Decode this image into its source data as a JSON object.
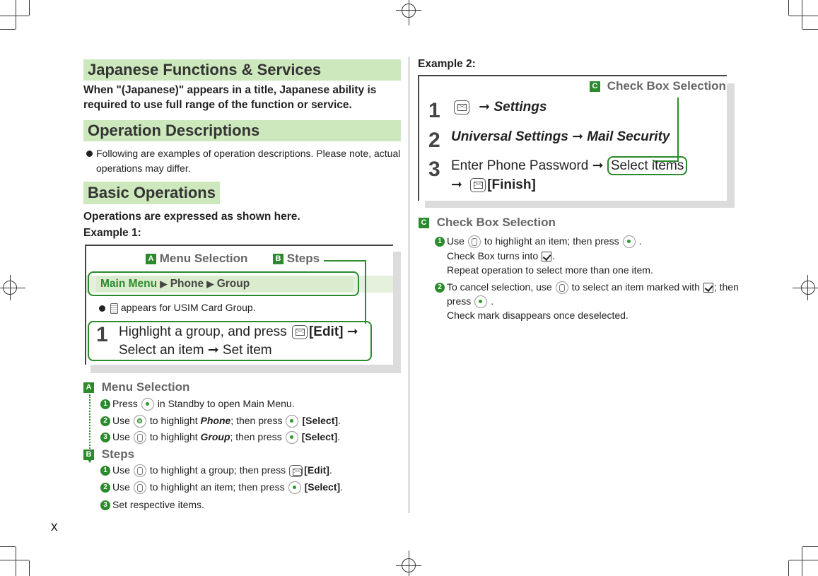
{
  "page_number": "x",
  "left": {
    "h_japanese": "Japanese Functions & Services",
    "japanese_text": [
      "When \"(Japanese)\" appears in a title, Japanese ability is",
      "required to use full range of the function or service."
    ],
    "h_operation": "Operation Descriptions",
    "op_bullet": [
      "Following are examples of operation descriptions. Please note, actual",
      "operations may differ."
    ],
    "h_basic": "Basic Operations",
    "basic_text": "Operations are expressed as shown here.",
    "example1": "Example 1:",
    "ex1": {
      "label_a": "A",
      "menu_selection": "Menu Selection",
      "label_b": "B",
      "steps": "Steps",
      "path": {
        "main_menu": "Main Menu",
        "arrow": "▶",
        "phone": "Phone",
        "group": "Group"
      },
      "usim_note": "appears for USIM Card Group.",
      "step_num": "1",
      "step_line1_pre": "Highlight a group, and press",
      "step_line1_key": "[Edit]",
      "arrow": "➞",
      "step_line2_a": "Select an item",
      "step_line2_b": "Set item"
    },
    "sec_a": {
      "label": "A",
      "title": "Menu Selection",
      "i1_n": "1",
      "i1_a": "Press",
      "i1_b": "in Standby to open Main Menu.",
      "i2_n": "2",
      "i2_a": "Use",
      "i2_b": "to highlight",
      "i2_c": "Phone",
      "i2_d": "; then press",
      "i2_e": "[Select]",
      "i2_f": ".",
      "i3_n": "3",
      "i3_a": "Use",
      "i3_b": "to highlight",
      "i3_c": "Group",
      "i3_d": "; then press",
      "i3_e": "[Select]",
      "i3_f": "."
    },
    "sec_b": {
      "label": "B",
      "title": "Steps",
      "i1_n": "1",
      "i1_a": "Use",
      "i1_b": "to highlight a group; then press",
      "i1_c": "[Edit]",
      "i1_d": ".",
      "i2_n": "2",
      "i2_a": "Use",
      "i2_b": "to highlight an item; then press",
      "i2_c": "[Select]",
      "i2_d": ".",
      "i3_n": "3",
      "i3_a": "Set respective items."
    }
  },
  "right": {
    "example2": "Example 2:",
    "box_label": "C",
    "box_title": "Check Box Selection",
    "s1_n": "1",
    "s1_arrow": "➞",
    "s1_text": "Settings",
    "s2_n": "2",
    "s2_a": "Universal Settings",
    "s2_arrow": "➞",
    "s2_b": "Mail Security",
    "s3_n": "3",
    "s3_a": "Enter Phone Password",
    "s3_arrow": "➞",
    "s3_b": "Select items",
    "s3_c": "[Finish]",
    "sec_c": {
      "label": "C",
      "title": "Check Box Selection",
      "i1_n": "1",
      "i1_a": "Use",
      "i1_b": "to highlight an item; then press",
      "i1_c": ".",
      "i1_l2": "Check Box turns into",
      "i1_l2b": ".",
      "i1_l3": "Repeat operation to select more than one item.",
      "i2_n": "2",
      "i2_a": "To cancel selection, use",
      "i2_b": "to select an item marked with",
      "i2_c": "; then",
      "i2_l2": "press",
      "i2_l2b": ".",
      "i2_l3": "Check mark disappears once deselected."
    }
  },
  "colors": {
    "header_bg": "#cde8bd",
    "accent_green": "#2b8a2b"
  }
}
